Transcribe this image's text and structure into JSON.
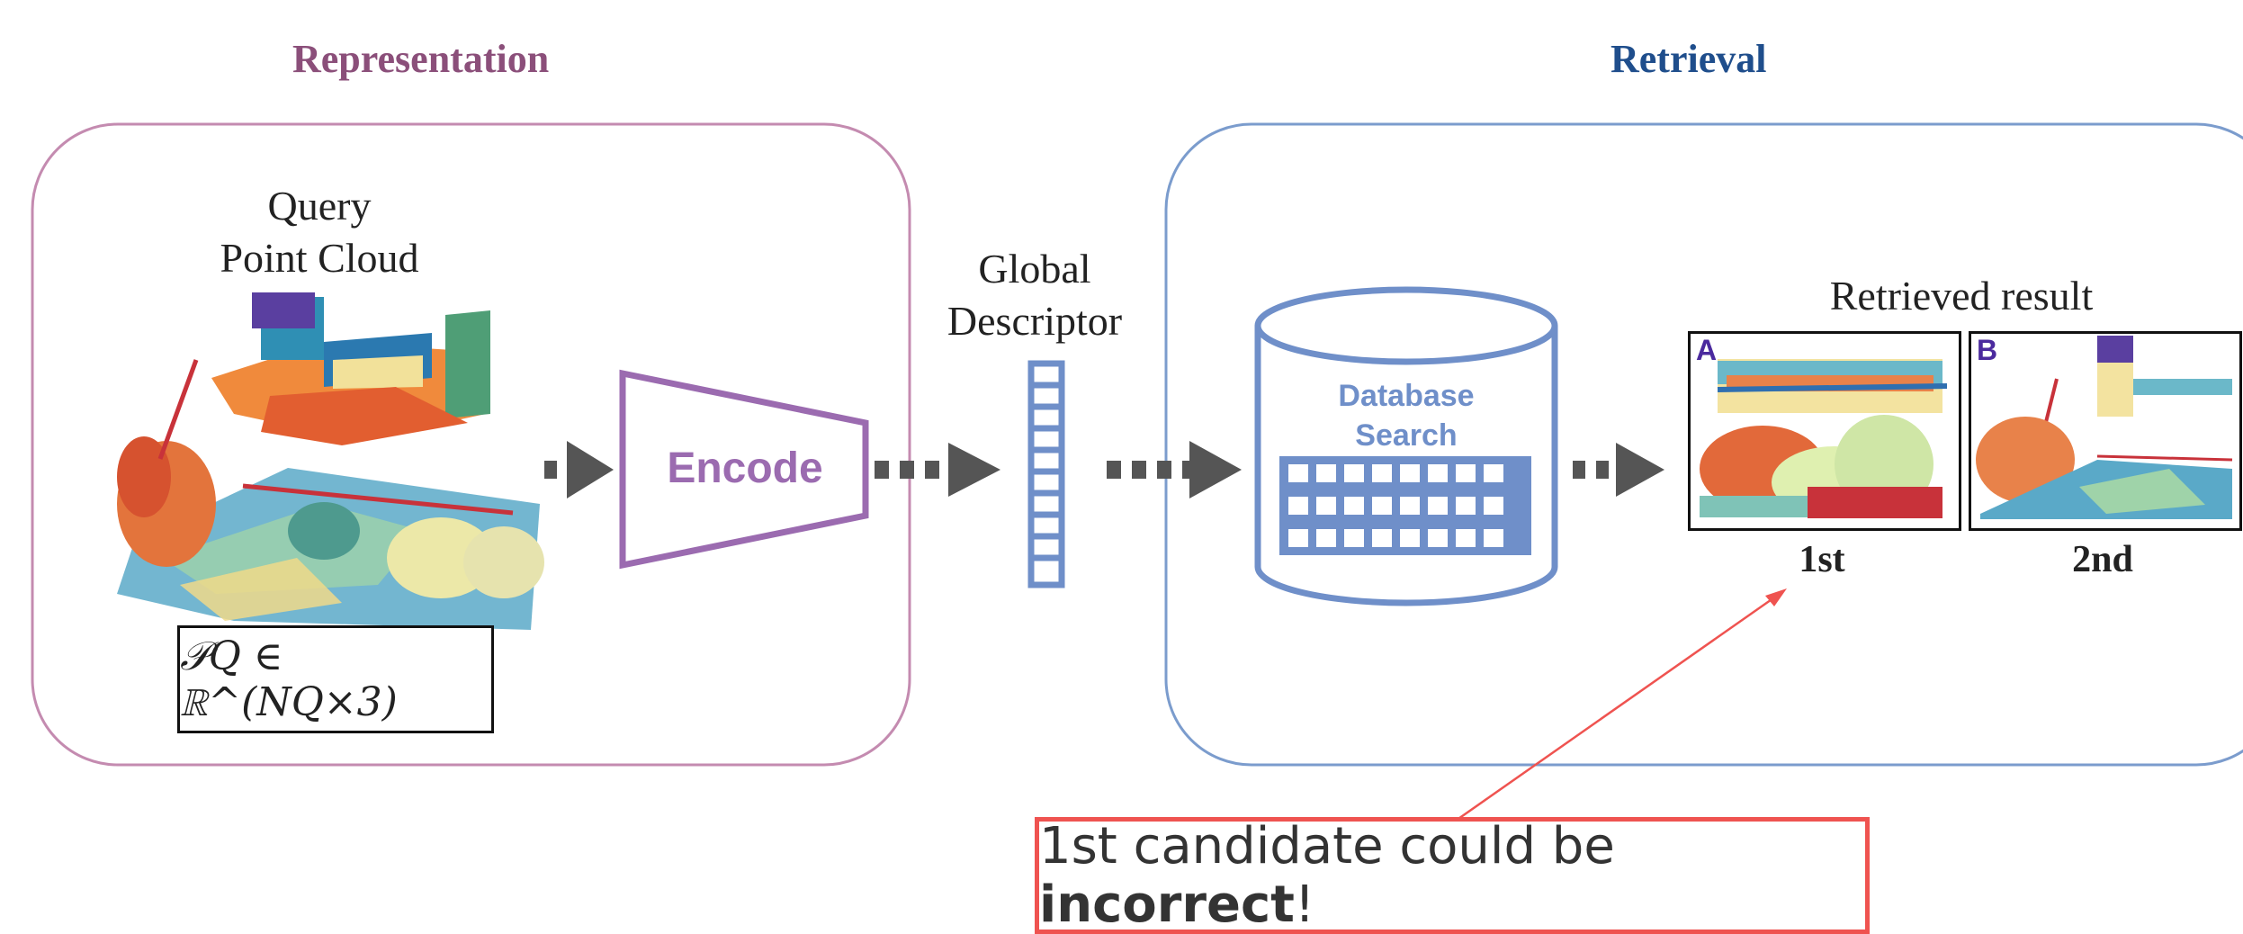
{
  "sections": {
    "representation_title": "Representation",
    "retrieval_title": "Retrieval"
  },
  "query": {
    "label_line1": "Query",
    "label_line2": "Point Cloud",
    "formula": "𝒫Q ∈ ℝ^(NQ×3)"
  },
  "encoder": {
    "label": "Encode"
  },
  "descriptor": {
    "label_line1": "Global",
    "label_line2": "Descriptor"
  },
  "database": {
    "label_line1": "Database",
    "label_line2": "Search"
  },
  "results": {
    "title": "Retrieved result",
    "candidates": [
      {
        "tag": "A",
        "rank": "1st"
      },
      {
        "tag": "B",
        "rank": "2nd"
      }
    ]
  },
  "callout": {
    "text_before": "1st candidate could be ",
    "text_bold": "incorrect",
    "text_after": "!"
  },
  "colors": {
    "representation": "#8b4f7a",
    "retrieval": "#1f4e8c",
    "encoder": "#9b6bb0",
    "database": "#6f8fc9",
    "arrow": "#555555",
    "callout": "#ef5350"
  }
}
